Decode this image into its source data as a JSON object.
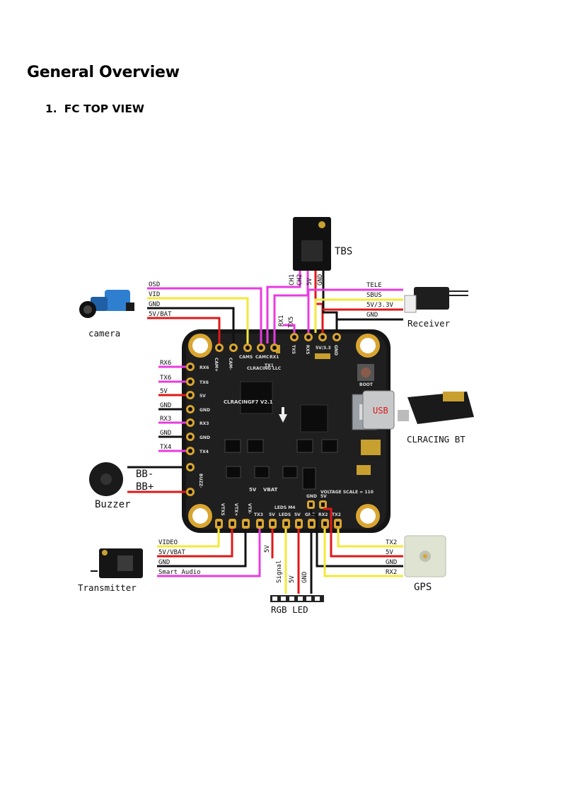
{
  "document": {
    "title": "General Overview",
    "section_number": "1.",
    "section_title": "FC TOP VIEW"
  },
  "diagram": {
    "devices": {
      "tbs": "TBS",
      "receiver": "Receiver",
      "camera": "camera",
      "buzzer": "Buzzer",
      "usb": "USB",
      "clracing_bt": "CLRACING BT",
      "transmitter": "Transmitter",
      "rgb_led": "RGB LED",
      "gps": "GPS"
    },
    "board": {
      "brand": "CLRACING LLC",
      "model": "CLRACINGF7 V2.1",
      "voltage_scale": "VOLTAGE SCALE = 110",
      "boot": "BOOT",
      "pad_5v": "5V",
      "pad_vbat": "VBAT",
      "leds_m4": "LEDS  M4"
    },
    "camera_wires": {
      "osd": "OSD",
      "vid": "VID",
      "gnd": "GND",
      "vbat": "5V/BAT"
    },
    "top_pads": {
      "camplus": "CAM+",
      "camminus": "CAM-",
      "cams": "CAMS",
      "camc": "CAMC",
      "rx1": "RX1",
      "tx1": "TX1",
      "tx5": "TX5",
      "rx5": "RX5",
      "v33": "5V/3.3",
      "gnd": "GND"
    },
    "tbs_wires": {
      "ch1": "CH1",
      "ch2": "CH2",
      "v5": "5V",
      "gnd": "GND",
      "tx5": "TX5",
      "rx1": "RX1"
    },
    "receiver_wires": {
      "tele": "TELE",
      "sbus": "SBUS",
      "v33": "5V/3.3V",
      "gnd": "GND"
    },
    "left_pads": {
      "rx6": "RX6",
      "tx6": "TX6",
      "v5": "5V",
      "gnd1": "GND",
      "rx3": "RX3",
      "gnd2": "GND",
      "tx4": "TX4",
      "buzz": "BUZZ-"
    },
    "left_wires": {
      "rx6": "RX6",
      "tx6": "TX6",
      "v5": "5V",
      "gnd1": "GND",
      "rx3": "RX3",
      "gnd2": "GND",
      "tx4": "TX4"
    },
    "buzzer_wires": {
      "bbminus": "BB-",
      "bbplus": "BB+"
    },
    "bottom_pads": {
      "vtxs": "VTXS",
      "vtxplus": "VTX+",
      "vtxminus": "VTX-",
      "tx3": "TX3",
      "v5a": "5V",
      "leds": "LEDS",
      "v5b": "5V",
      "gnd": "GND",
      "rx2": "RX2",
      "tx2": "TX2",
      "gnd_top": "GND",
      "v5_top": "5V"
    },
    "transmitter_wires": {
      "video": "VIDEO",
      "vbat": "5V/VBAT",
      "gnd": "GND",
      "smart_audio": "Smart Audio",
      "v5": "5V"
    },
    "led_wires": {
      "signal": "Signal",
      "v5": "5V",
      "gnd": "GND"
    },
    "gps_wires": {
      "tx2": "TX2",
      "v5": "5V",
      "gnd": "GND",
      "rx2": "RX2"
    }
  }
}
